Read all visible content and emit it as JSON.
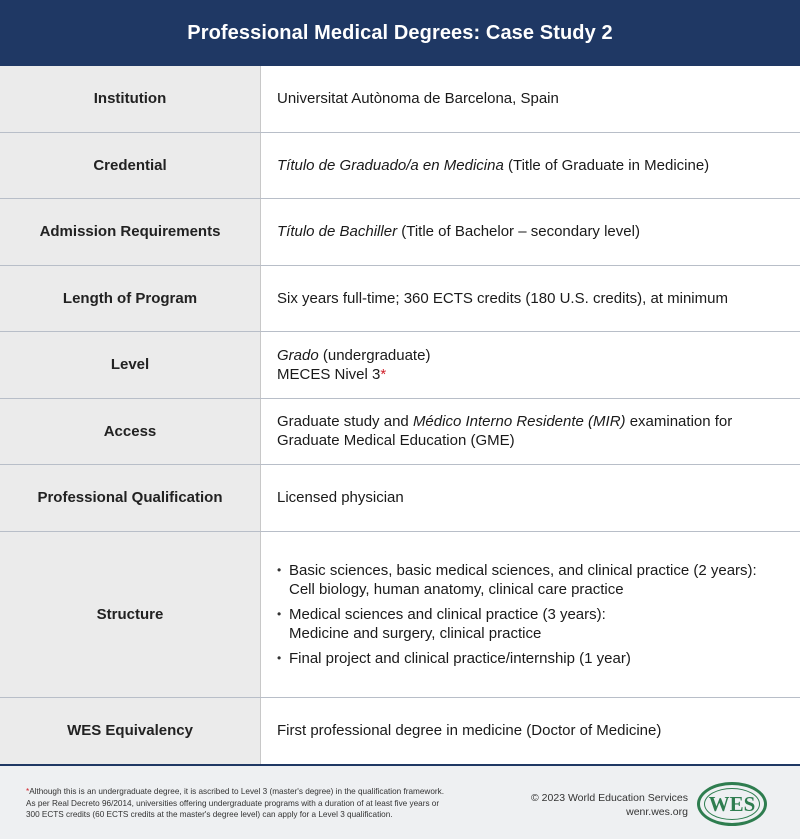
{
  "title": "Professional Medical Degrees: Case Study 2",
  "rows": {
    "institution": {
      "label": "Institution",
      "value": "Universitat Autònoma de Barcelona, Spain"
    },
    "credential": {
      "label": "Credential",
      "value_italic": "Título de Graduado/a en Medicina",
      "value_rest": " (Title of Graduate in Medicine)"
    },
    "admission": {
      "label": "Admission Requirements",
      "value_italic": "Título de Bachiller",
      "value_rest": " (Title of Bachelor – secondary level)"
    },
    "length": {
      "label": "Length of Program",
      "value": "Six years full-time; 360 ECTS credits (180 U.S. credits), at minimum"
    },
    "level": {
      "label": "Level",
      "line1_italic": "Grado",
      "line1_rest": " (undergraduate)",
      "line2": "MECES Nivel 3",
      "line2_mark": "*"
    },
    "access": {
      "label": "Access",
      "value_start": "Graduate study and ",
      "value_italic": "Médico Interno Residente (MIR)",
      "value_end": " examination for Graduate Medical Education (GME)"
    },
    "qualification": {
      "label": "Professional Qualification",
      "value": "Licensed physician"
    },
    "structure": {
      "label": "Structure",
      "items": [
        {
          "line1": "Basic sciences, basic medical sciences, and clinical practice (2 years):",
          "line2": "Cell biology, human anatomy, clinical care practice"
        },
        {
          "line1": "Medical sciences and clinical practice (3 years):",
          "line2": "Medicine and surgery, clinical practice"
        },
        {
          "line1": "Final project and clinical practice/internship (1 year)"
        }
      ]
    },
    "equivalency": {
      "label": "WES Equivalency",
      "value": "First professional degree in medicine (Doctor of Medicine)"
    }
  },
  "footer": {
    "footnote_mark": "*",
    "footnote_line1": "Although this is an undergraduate degree, it is ascribed to Level 3 (master's degree) in the qualification framework.",
    "footnote_line2": "As per Real Decreto 96/2014, universities offering undergraduate programs with a duration of at least five years or",
    "footnote_line3": "300 ECTS credits (60 ECTS credits at the master's degree level) can apply for a Level 3 qualification.",
    "copyright": "© 2023 World Education Services",
    "url": "wenr.wes.org",
    "logo_text": "WES"
  },
  "colors": {
    "header_bg": "#1f3864",
    "label_bg": "#ebebeb",
    "accent_red": "#d0202a",
    "logo_green": "#2e7d4f"
  }
}
